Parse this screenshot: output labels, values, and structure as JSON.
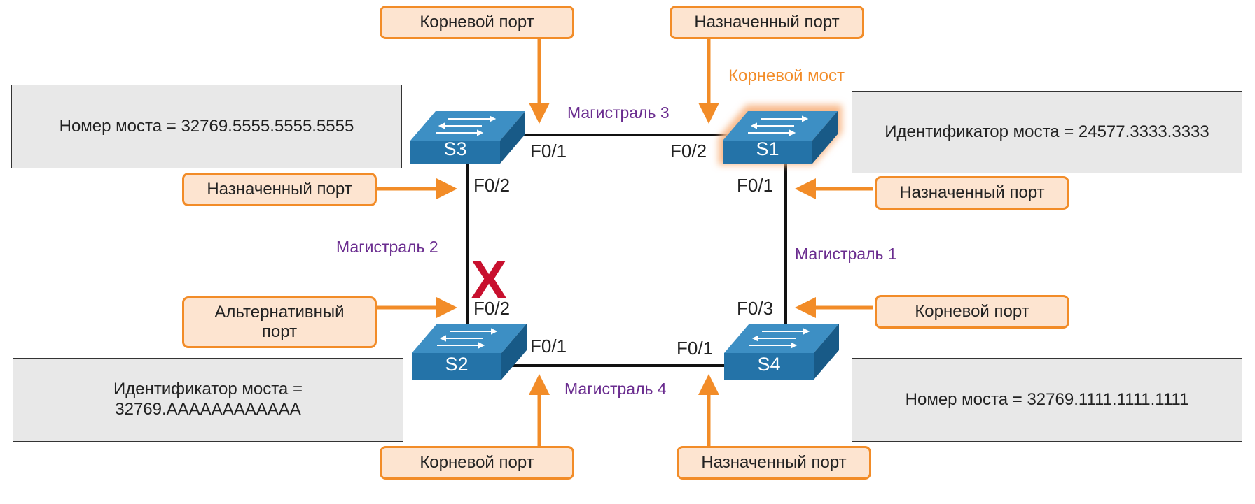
{
  "colors": {
    "accent_orange": "#f28c28",
    "label_fill": "#fde4d0",
    "trunk_purple": "#6a2c8f",
    "blocked_red": "#c8102e",
    "switch_blue": "#2a7bb0",
    "info_gray": "#e8e8e8"
  },
  "labels": {
    "s3_root_port": "Корневой порт",
    "s1_designated_top": "Назначенный порт",
    "s3_designated": "Назначенный порт",
    "s1_designated_right": "Назначенный порт",
    "s2_alternate": "Альтернативный порт",
    "s4_root_port_right": "Корневой порт",
    "s2_root_port_bottom": "Корневой порт",
    "s4_designated_bottom": "Назначенный порт"
  },
  "root_bridge": "Корневой мост",
  "info": {
    "s3": "Номер моста = 32769.5555.5555.5555",
    "s1": "Идентификатор моста = 24577.3333.3333",
    "s2": "Идентификатор моста = 32769.AAAAAAAAAAAA",
    "s4": "Номер моста = 32769.1111.1111.1111"
  },
  "switches": {
    "s1": "S1",
    "s2": "S2",
    "s3": "S3",
    "s4": "S4"
  },
  "ports": {
    "s3_f01": "F0/1",
    "s1_f02": "F0/2",
    "s3_f02": "F0/2",
    "s1_f01": "F0/1",
    "s2_f02": "F0/2",
    "s4_f03": "F0/3",
    "s2_f01": "F0/1",
    "s4_f01": "F0/1"
  },
  "trunks": {
    "t1": "Магистраль 1",
    "t2": "Магистраль 2",
    "t3": "Магистраль 3",
    "t4": "Магистраль 4"
  },
  "blocked_mark": "X",
  "icons": {
    "switch": "network-switch-icon",
    "blocked": "blocked-x-icon"
  }
}
